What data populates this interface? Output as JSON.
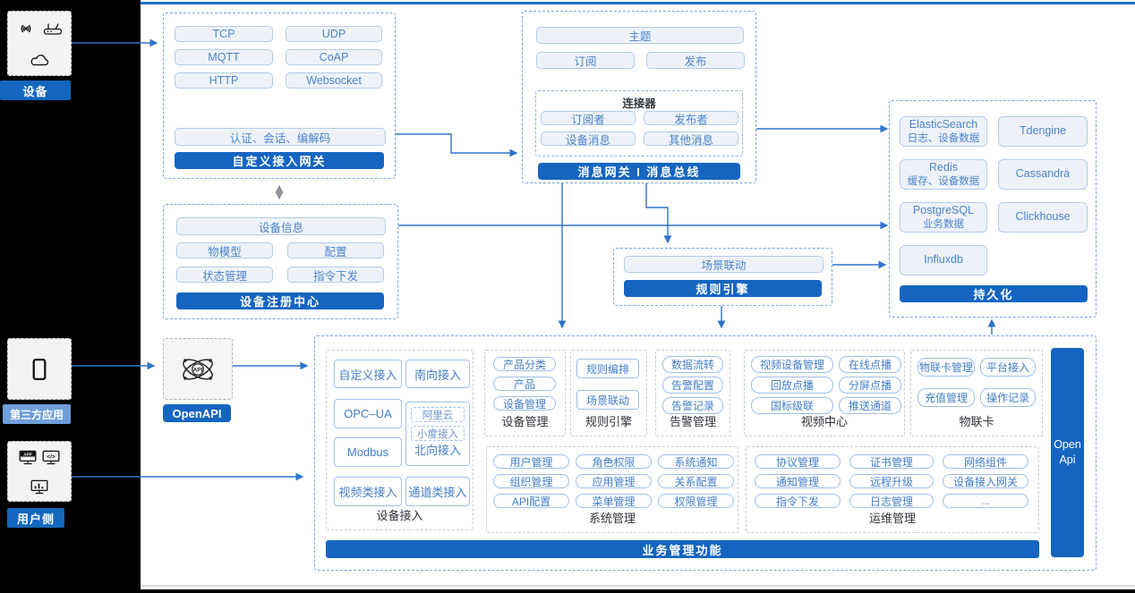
{
  "colors": {
    "accent_blue": "#1565c0",
    "light_label_blue": "#6f9fd9",
    "arrow_blue": "#2e74c7",
    "arrow_gray": "#8d939c"
  },
  "left_rail": {
    "device": {
      "label": "设备",
      "icons": [
        "signal-icon",
        "router-icon",
        "cloud-icon"
      ]
    },
    "third_party": {
      "label": "第三方应用",
      "icons": [
        "phone-icon"
      ]
    },
    "user_side": {
      "label": "用户侧",
      "icons": [
        "app-monitor-icon",
        "code-monitor-icon",
        "chart-monitor-icon"
      ]
    }
  },
  "custom_gateway": {
    "protocols": [
      "TCP",
      "UDP",
      "MQTT",
      "CoAP",
      "HTTP",
      "Websocket"
    ],
    "auth": "认证、会话、编解码",
    "bar": "自定义接入网关"
  },
  "message_bus": {
    "topic": "主题",
    "subscribe": "订阅",
    "publish": "发布",
    "connector": {
      "title": "连接器",
      "items": [
        "订阅者",
        "发布者",
        "设备消息",
        "其他消息"
      ]
    },
    "bar": "消息网关 I 消息总线"
  },
  "persistence": {
    "stores": [
      {
        "name": "ElasticSearch",
        "sub": "日志、设备数据"
      },
      {
        "name": "Tdengine",
        "sub": ""
      },
      {
        "name": "Redis",
        "sub": "缓存、设备数据"
      },
      {
        "name": "Cassandra",
        "sub": ""
      },
      {
        "name": "PostgreSQL",
        "sub": "业务数据"
      },
      {
        "name": "Clickhouse",
        "sub": ""
      },
      {
        "name": "Influxdb",
        "sub": ""
      }
    ],
    "bar": "持久化"
  },
  "device_registry": {
    "wide": "设备信息",
    "items": [
      "物模型",
      "配置",
      "状态管理",
      "指令下发"
    ],
    "bar": "设备注册中心"
  },
  "rule_engine": {
    "item": "场景联动",
    "bar": "规则引擎"
  },
  "openapi": {
    "label": "OpenAPI",
    "icon": "api-network-icon"
  },
  "business": {
    "bar": "业务管理功能",
    "open_api_bar_line1": "Open",
    "open_api_bar_line2": "Api",
    "device_access": {
      "label": "设备接入",
      "col1": [
        "自定义接入",
        "OPC–UA",
        "Modbus",
        "视频类接入"
      ],
      "col2_row1": "南向接入",
      "composite": {
        "dashed": [
          "阿里云",
          "小度接入"
        ],
        "solid": "北向接入"
      },
      "col2_row4": "通道类接入"
    },
    "sections": [
      {
        "label": "设备管理",
        "items": [
          "产品分类",
          "产品",
          "设备管理"
        ]
      },
      {
        "label": "规则引擎",
        "items": [
          "规则编排",
          "场景联动"
        ]
      },
      {
        "label": "告警管理",
        "items": [
          "数据流转",
          "告警配置",
          "告警记录"
        ]
      },
      {
        "label": "视频中心",
        "items": [
          "视频设备管理",
          "在线点播",
          "回放点播",
          "分屏点播",
          "国标级联",
          "推送通道"
        ]
      },
      {
        "label": "物联卡",
        "items": [
          "物联卡管理",
          "平台接入",
          "充值管理",
          "操作记录"
        ]
      },
      {
        "label": "系统管理",
        "items": [
          "用户管理",
          "角色权限",
          "系统通知",
          "组织管理",
          "应用管理",
          "关系配置",
          "API配置",
          "菜单管理",
          "权限管理"
        ]
      },
      {
        "label": "运维管理",
        "items": [
          "协议管理",
          "证书管理",
          "网络组件",
          "通知管理",
          "远程升级",
          "设备接入网关",
          "指令下发",
          "日志管理",
          "..."
        ]
      }
    ]
  }
}
